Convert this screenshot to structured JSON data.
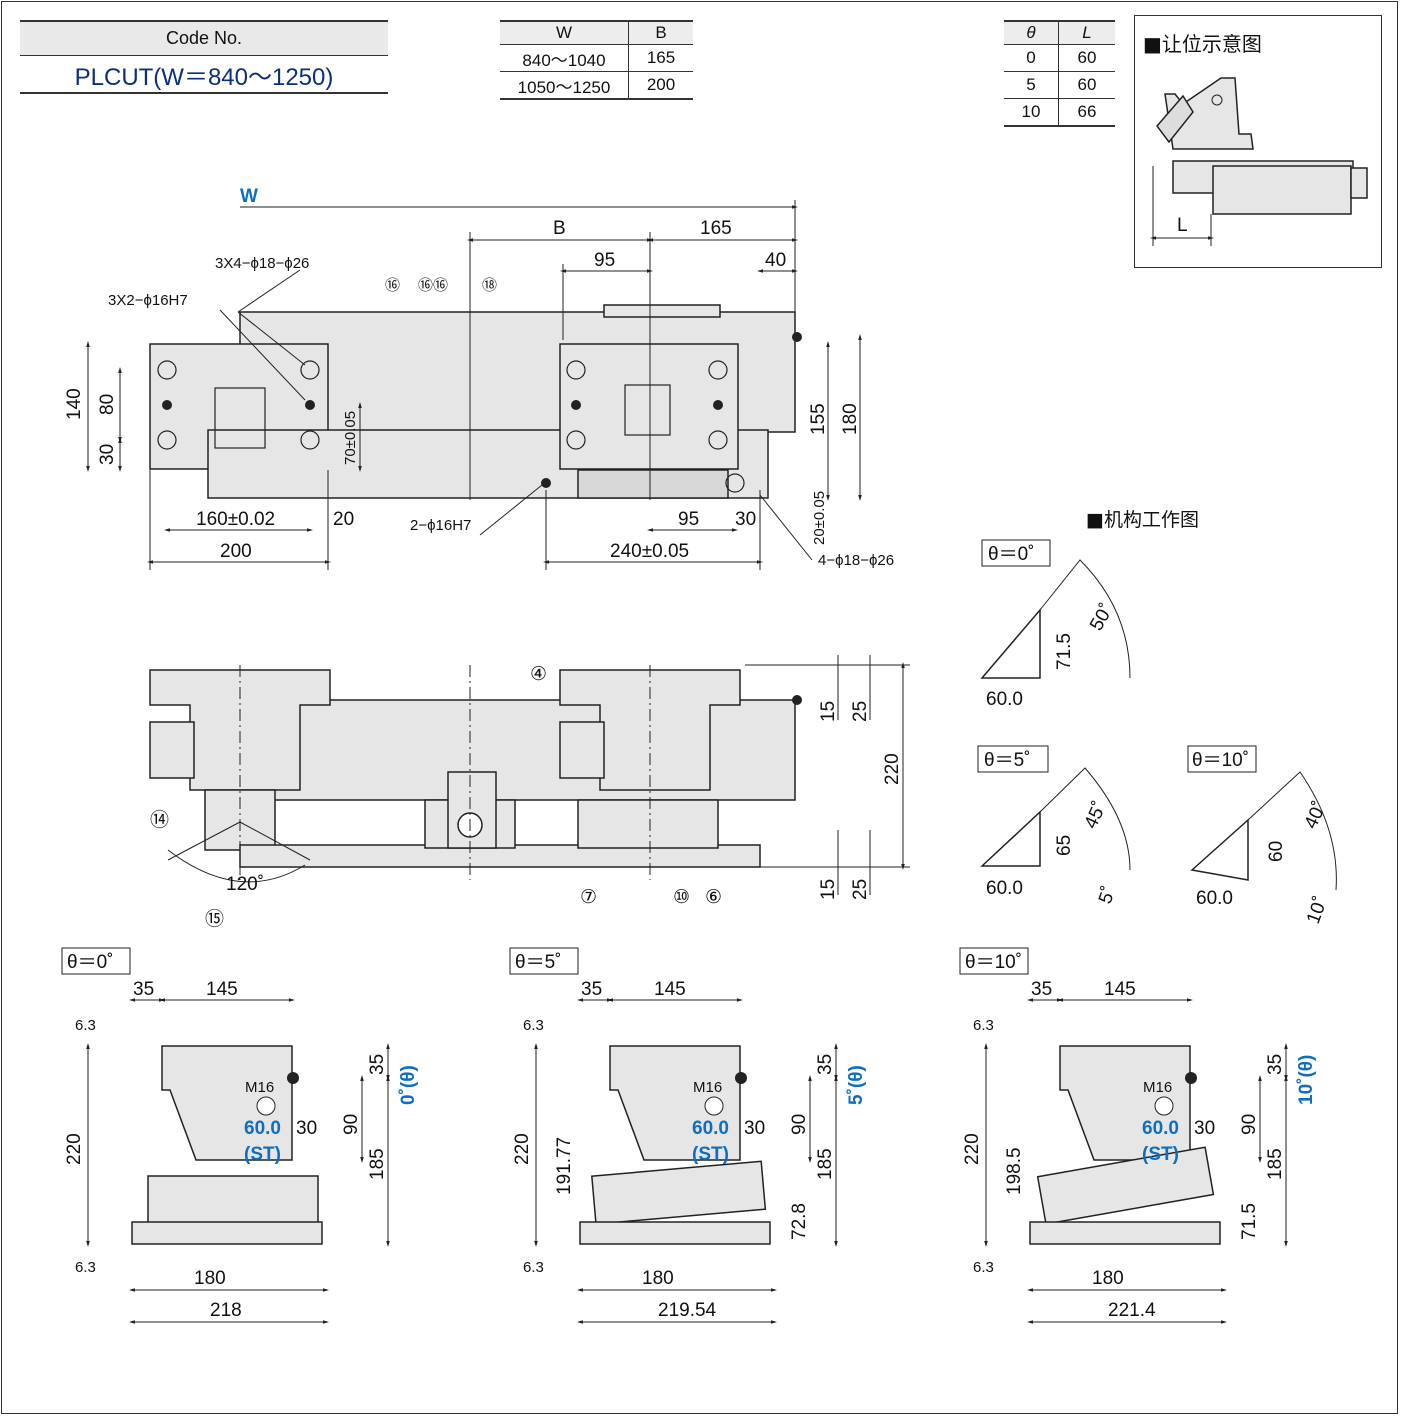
{
  "code": {
    "header": "Code No.",
    "value": "PLCUT(W＝840～1250)"
  },
  "wb_table": {
    "headers": [
      "W",
      "B"
    ],
    "rows": [
      [
        "840～1040",
        "165"
      ],
      [
        "1050～1250",
        "200"
      ]
    ]
  },
  "theta_table": {
    "headers": [
      "θ",
      "L"
    ],
    "rows": [
      [
        "0",
        "60"
      ],
      [
        "5",
        "60"
      ],
      [
        "10",
        "66"
      ]
    ]
  },
  "inset": {
    "title": "■让位示意图",
    "L_label": "L"
  },
  "mechanism_title": "■机构工作图",
  "top_view": {
    "W": "W",
    "B": "B",
    "d165": "165",
    "d95": "95",
    "d40": "40",
    "holes_a": "3X4−ϕ18−ϕ26",
    "holes_b": "3X2−ϕ16H7",
    "holes_c": "2−ϕ16H7",
    "holes_d": "4−ϕ18−ϕ26",
    "d140": "140",
    "d80": "80",
    "d30": "30",
    "d70": "70±0.05",
    "d160": "160±0.02",
    "d20": "20",
    "d200": "200",
    "d155": "155",
    "d180": "180",
    "d20b": "20±0.05",
    "d95b": "95",
    "d30b": "30",
    "d240": "240±0.05",
    "c19": "⑯",
    "c16": "⑯⑯",
    "c18": "⑱"
  },
  "front_view": {
    "d15a": "15",
    "d25a": "25",
    "d220": "220",
    "d15b": "15",
    "d25b": "25",
    "angle": "120˚",
    "c4": "④",
    "c14": "⑭",
    "c15": "⑮",
    "c7": "⑦",
    "c10": "⑩",
    "c6": "⑥"
  },
  "mech": [
    {
      "label": "θ＝0˚",
      "h": "71.5",
      "base": "60.0",
      "arc": "50˚",
      "tilt": ""
    },
    {
      "label": "θ＝5˚",
      "h": "65",
      "base": "60.0",
      "arc": "45˚",
      "tilt": "5˚"
    },
    {
      "label": "θ＝10˚",
      "h": "60",
      "base": "60.0",
      "arc": "40˚",
      "tilt": "10˚"
    }
  ],
  "side_views": [
    {
      "label": "θ＝0˚",
      "d35": "35",
      "d145": "145",
      "d220": "220",
      "h2": "",
      "d35r": "35",
      "d90": "90",
      "d185": "185",
      "d30": "30",
      "st": "60.0",
      "st2": "(ST)",
      "m16": "M16",
      "angle": "0˚(θ)",
      "d180": "180",
      "dtot": "218",
      "d72": "",
      "r63": "6.3"
    },
    {
      "label": "θ＝5˚",
      "d35": "35",
      "d145": "145",
      "d220": "220",
      "h2": "191.77",
      "d35r": "35",
      "d90": "90",
      "d185": "185",
      "d30": "30",
      "st": "60.0",
      "st2": "(ST)",
      "m16": "M16",
      "angle": "5˚(θ)",
      "d180": "180",
      "dtot": "219.54",
      "d72": "72.8",
      "r63": "6.3"
    },
    {
      "label": "θ＝10˚",
      "d35": "35",
      "d145": "145",
      "d220": "220",
      "h2": "198.5",
      "d35r": "35",
      "d90": "90",
      "d185": "185",
      "d30": "30",
      "st": "60.0",
      "st2": "(ST)",
      "m16": "M16",
      "angle": "10˚(θ)",
      "d180": "180",
      "dtot": "221.4",
      "d72": "71.5",
      "r63": "6.3"
    }
  ],
  "colors": {
    "part_fill": "#e6e6e6",
    "line": "#222222",
    "accent": "#0e6fc0",
    "code_text": "#0b2f7a"
  }
}
